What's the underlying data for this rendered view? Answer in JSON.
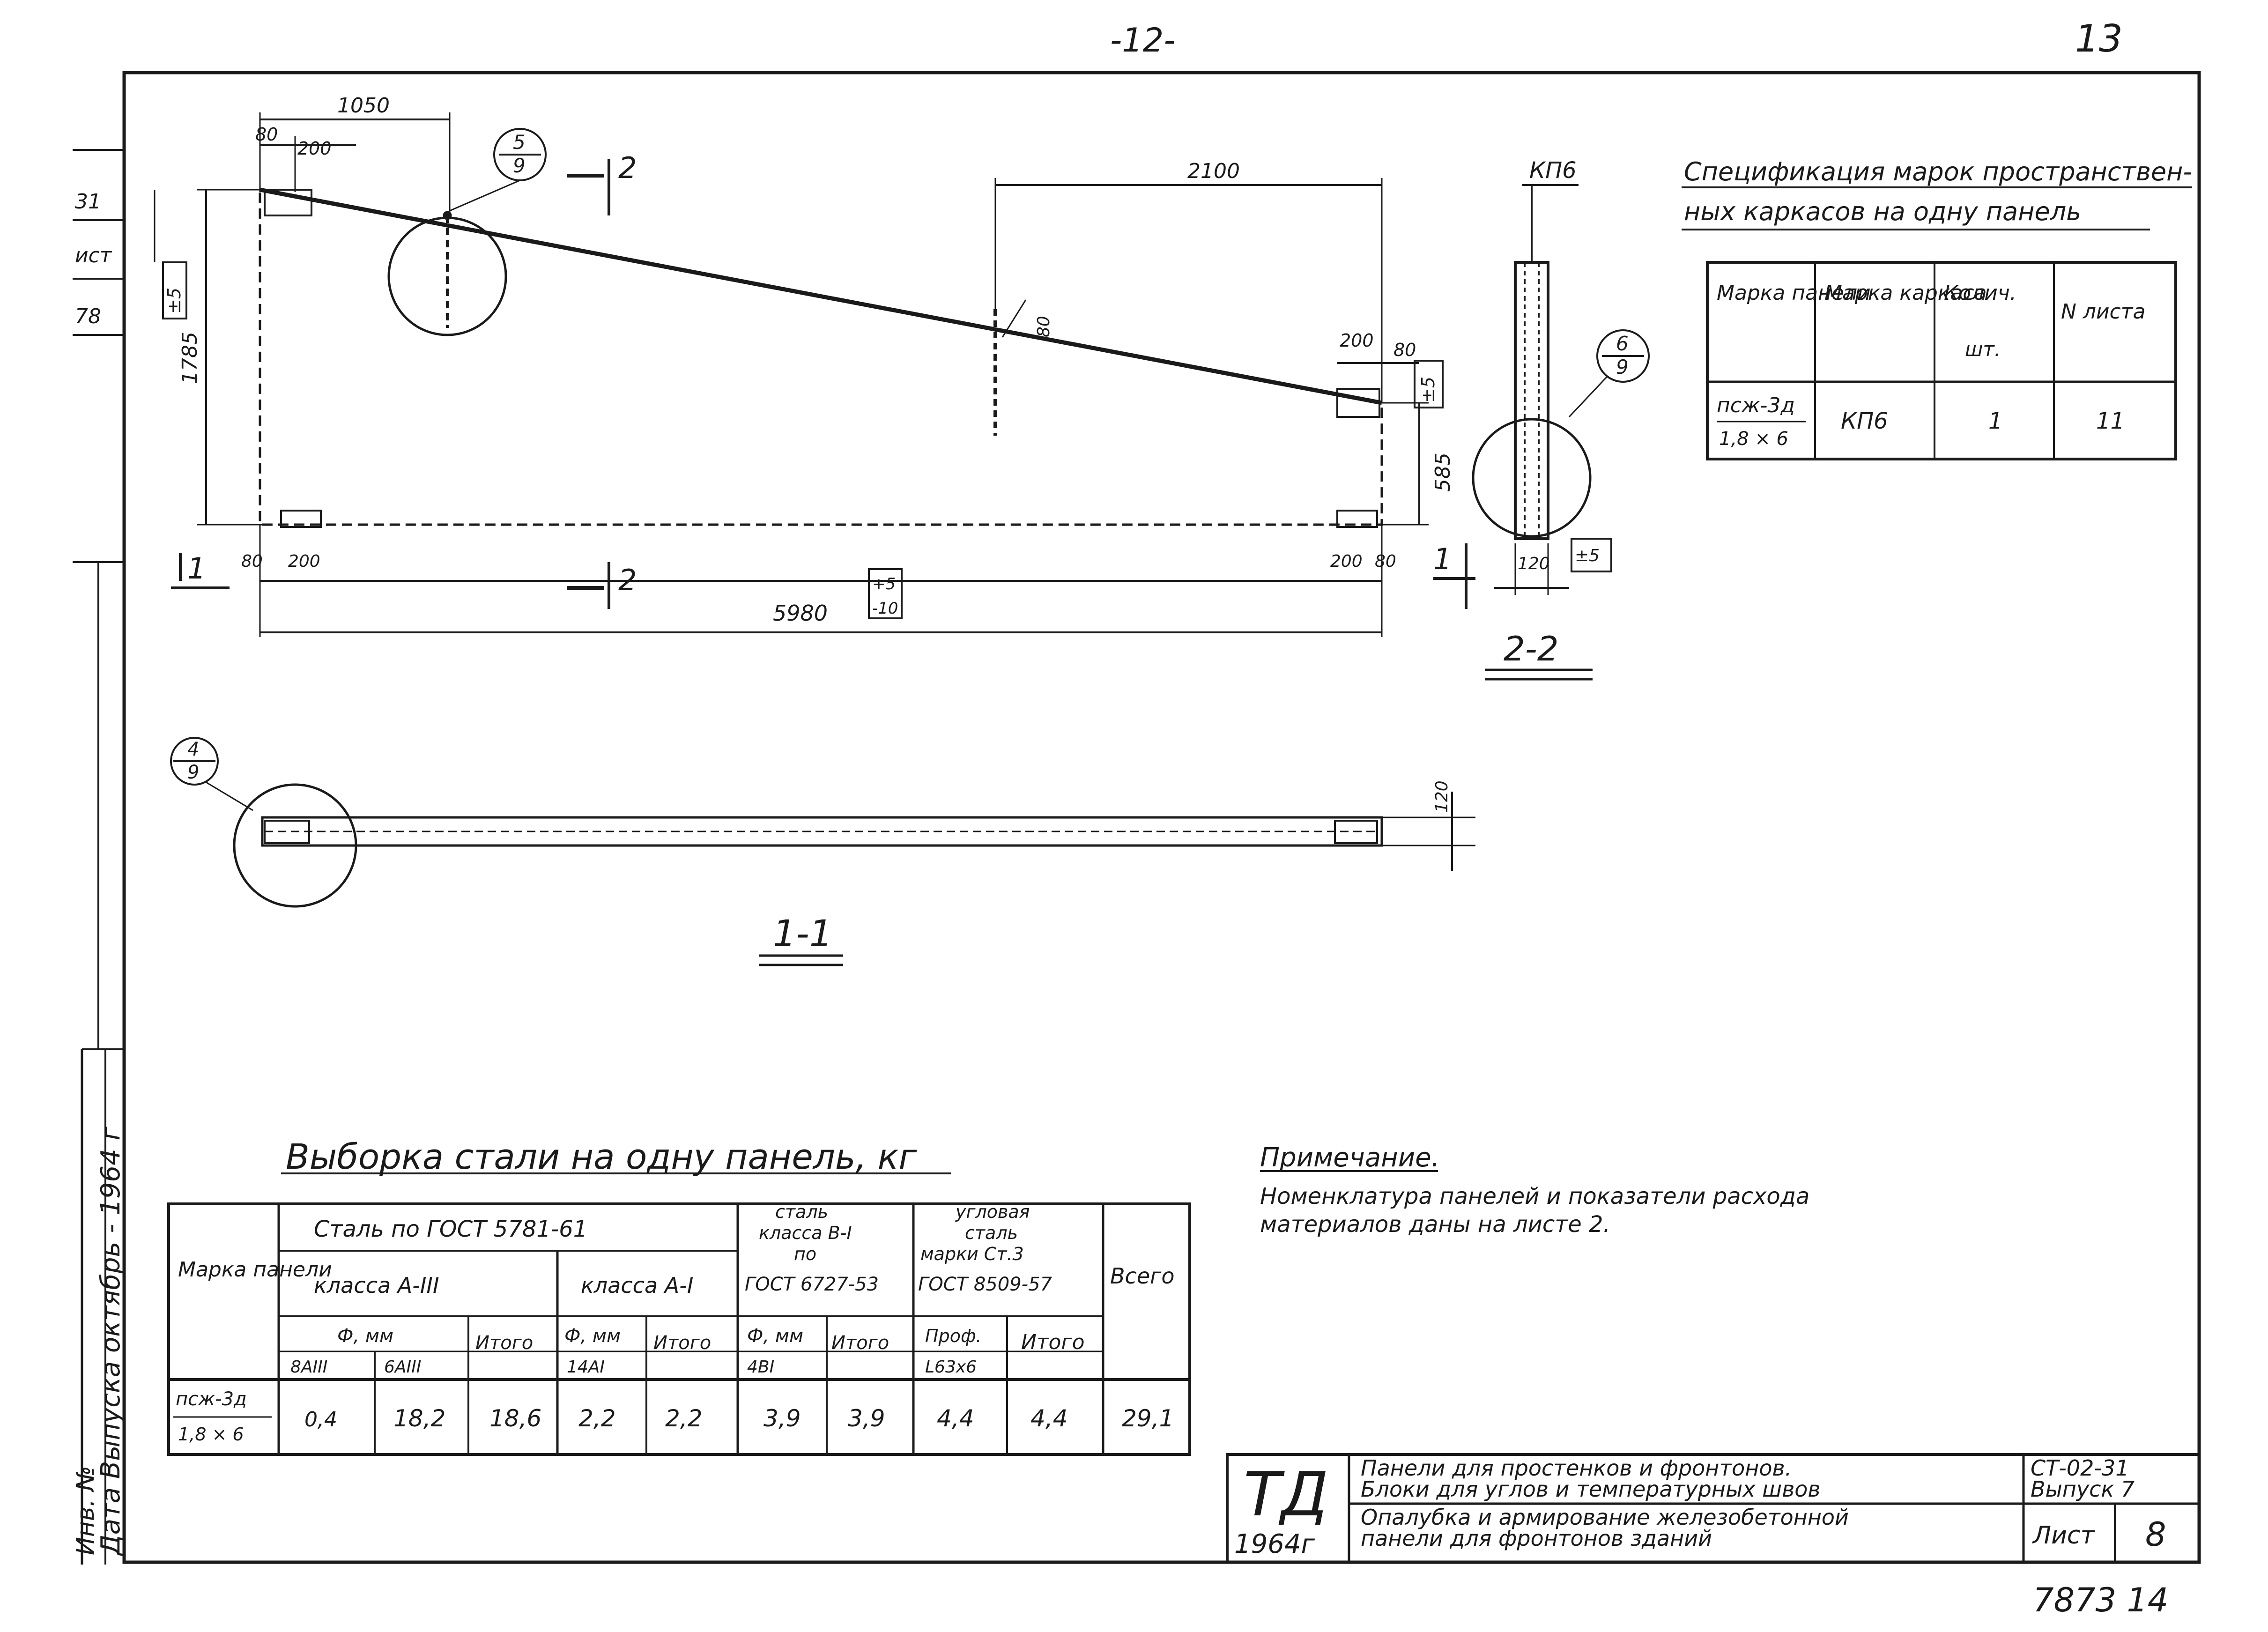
{
  "page_marks": {
    "top_center": "-12-",
    "top_right": "13",
    "bottom_right": "7873 14"
  },
  "left_margin": {
    "a": "31",
    "b": "ист",
    "c": "78",
    "strip_1": "Инв. №",
    "strip_2": "Дата Выпуска октябрь - 1964 г"
  },
  "plan_view": {
    "dims": {
      "top_1050": "1050",
      "top_80": "80",
      "top_200": "200",
      "right_2100": "2100",
      "right_200": "200",
      "right_80": "80",
      "height_1785": "1785",
      "tol_left": "±5",
      "tol_right": "±5",
      "rib_80": "80",
      "height_585": "585",
      "bottom_80_l": "80",
      "bottom_200_l": "200",
      "bottom_200_r": "200",
      "bottom_80_r": "80",
      "length_5980": "5980",
      "tol_len_plus": "+5",
      "tol_len_minus": "-10"
    },
    "callout_5_9": {
      "num": "5",
      "den": "9"
    },
    "section_2_top": "2",
    "section_2_bottom": "2",
    "section_1_left": "1",
    "section_1_right": "1"
  },
  "section_2_2": {
    "mark": "КП6",
    "callout_num": "6",
    "callout_den": "9",
    "dim_120": "120",
    "tol": "±5",
    "title": "2-2"
  },
  "section_1_1": {
    "dim_120": "120",
    "callout_num": "4",
    "callout_den": "9",
    "title": "1-1"
  },
  "spec_table": {
    "title_line1": "Спецификация марок пространствен-",
    "title_line2": "ных каркасов на одну панель",
    "headers": [
      "Марка панели",
      "Марка каркаса",
      "Колич.",
      "N листа"
    ],
    "unit": "шт.",
    "row": {
      "panel_1": "псж-3д",
      "panel_2": "1,8 × 6",
      "frame": "КП6",
      "qty": "1",
      "sheet": "11"
    }
  },
  "steel_table": {
    "title": "Выборка стали на одну панель, кг",
    "h_panel": "Марка панели",
    "h_steel_gost": "Сталь по ГОСТ 5781-61",
    "h_class_a3": "класса А-III",
    "h_class_a1": "класса А-I",
    "h_phi_mm": "Ф, мм",
    "h_itogo": "Итого",
    "h_8a3": "8АIII",
    "h_6a3": "6АIII",
    "h_14a1": "14АI",
    "h_steel_b1_1": "сталь",
    "h_steel_b1_2": "класса В-I",
    "h_steel_b1_3": "по",
    "h_steel_b1_4": "ГОСТ 6727-53",
    "h_4b1": "4ВI",
    "h_angle_1": "угловая",
    "h_angle_2": "сталь",
    "h_angle_3": "марки Ст.3",
    "h_angle_4": "ГОСТ 8509-57",
    "h_prof": "Проф.",
    "h_l63": "L63х6",
    "h_total": "Всего",
    "row": {
      "panel_1": "псж-3д",
      "panel_2": "1,8 × 6",
      "values": [
        "0,4",
        "18,2",
        "18,6",
        "2,2",
        "2,2",
        "3,9",
        "3,9",
        "4,4",
        "4,4",
        "29,1"
      ]
    }
  },
  "note": {
    "title": "Примечание.",
    "line1": "Номенклатура панелей и показатели расхода",
    "line2": "материалов даны на листе 2."
  },
  "title_block": {
    "logo": "ТД",
    "year": "1964г",
    "series_1": "Панели для простенков и фронтонов.",
    "series_2": "Блоки для углов и температурных швов",
    "doc_1": "Опалубка и армирование железобетонной",
    "doc_2": "панели для фронтонов зданий",
    "code": "СТ-02-31",
    "issue": "Выпуск 7",
    "sheet_label": "Лист",
    "sheet_no": "8"
  }
}
